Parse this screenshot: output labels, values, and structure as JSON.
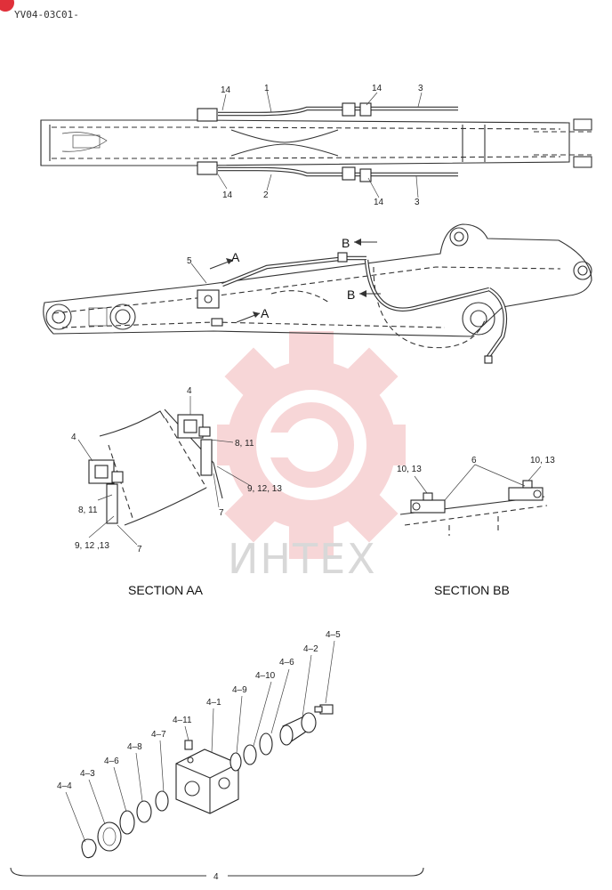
{
  "header": {
    "doc_code": "YV04-03C01-",
    "corner_badge_color": "#e0303a"
  },
  "watermark": {
    "brand_text": "ИНТЕХ",
    "gear_color": "#f2b5b8"
  },
  "sections": {
    "aa": "SECTION AA",
    "bb": "SECTION BB"
  },
  "callouts": {
    "top_view": {
      "c14a": "14",
      "c1": "1",
      "c14b": "14",
      "c3a": "3",
      "c14c": "14",
      "c2": "2",
      "c14d": "14",
      "c3b": "3"
    },
    "side_view": {
      "c5": "5",
      "arrowA1": "A",
      "arrowA2": "A",
      "arrowB1": "B",
      "arrowB2": "B"
    },
    "section_aa": {
      "c4a": "4",
      "c4b": "4",
      "c811a": "8, 11",
      "c811b": "8, 11",
      "c91213a": "9, 12, 13",
      "c91213b": "9, 12 ,13",
      "c7a": "7",
      "c7b": "7"
    },
    "section_bb": {
      "c6": "6",
      "c1013a": "10, 13",
      "c1013b": "10, 13"
    },
    "exploded": {
      "p4_5": "4–5",
      "p4_2": "4–2",
      "p4_6a": "4–6",
      "p4_10": "4–10",
      "p4_9": "4–9",
      "p4_1": "4–1",
      "p4_11": "4–11",
      "p4_7": "4–7",
      "p4_8": "4–8",
      "p4_6b": "4–6",
      "p4_3": "4–3",
      "p4_4": "4–4",
      "assembly": "4"
    }
  }
}
